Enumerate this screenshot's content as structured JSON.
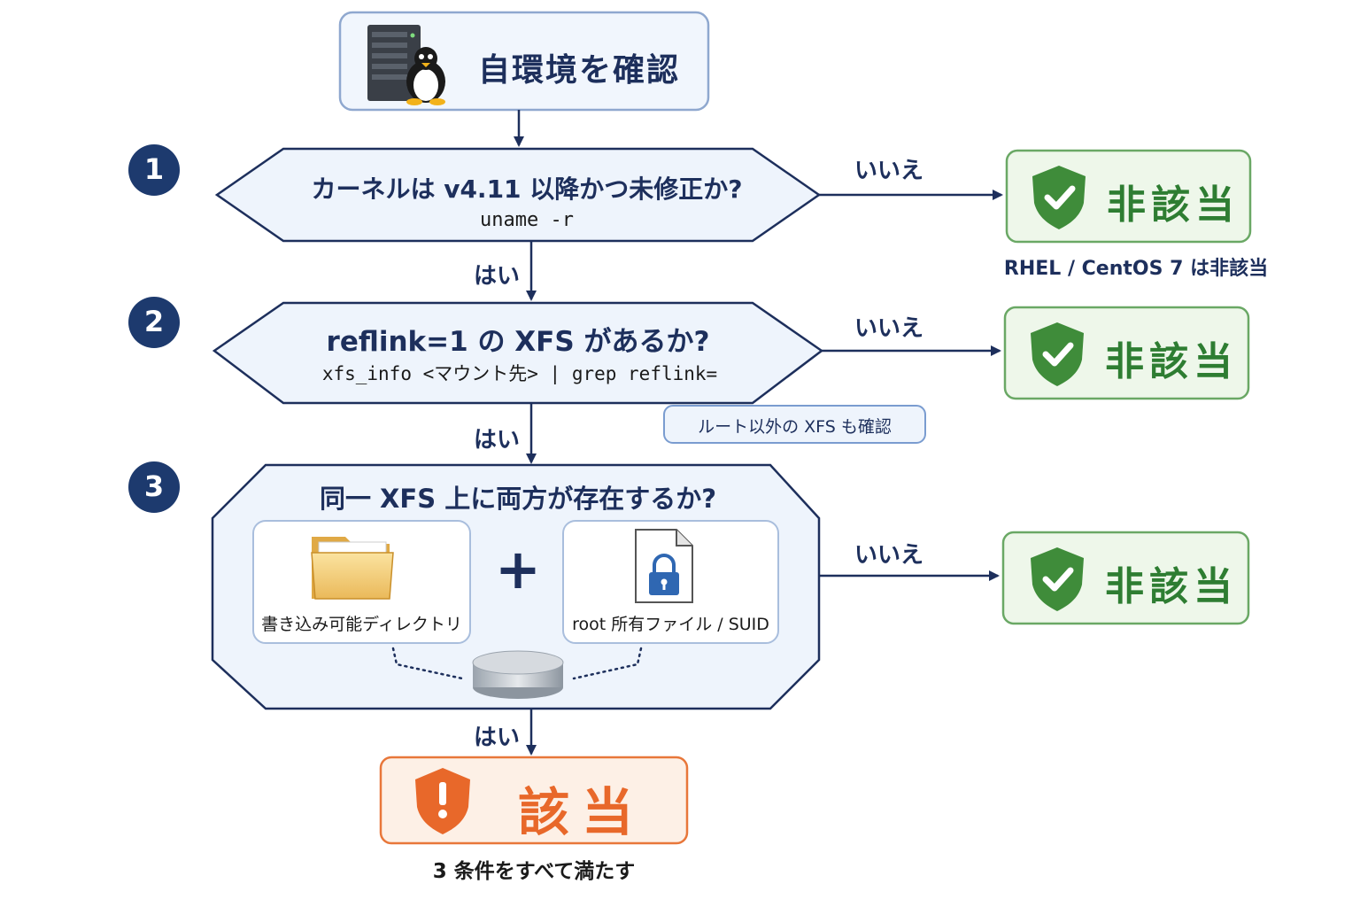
{
  "start": {
    "title": "自環境を確認",
    "icons": [
      "server-icon",
      "linux-penguin-icon"
    ]
  },
  "steps": [
    {
      "number": "1",
      "question": "カーネルは v4.11 以降かつ未修正か?",
      "command": "uname -r"
    },
    {
      "number": "2",
      "question": "reflink=1 の XFS があるか?",
      "command": "xfs_info <マウント先> | grep reflink=",
      "note": "ルート以外の XFS も確認"
    },
    {
      "number": "3",
      "question": "同一 XFS 上に両方が存在するか?",
      "left_card": "書き込み可能ディレクトリ",
      "plus": "+",
      "right_card": "root 所有ファイル / SUID"
    }
  ],
  "branch_labels": {
    "yes": "はい",
    "no": "いいえ"
  },
  "not_applicable": {
    "label": "非該当",
    "note": "RHEL / CentOS 7 は非該当"
  },
  "applicable": {
    "label": "該当",
    "note": "3 条件をすべて満たす"
  },
  "colors": {
    "navy": "#1d2f5c",
    "green": "#2e7d32",
    "orange": "#e8682a",
    "box_fill": "#eef4fc"
  }
}
